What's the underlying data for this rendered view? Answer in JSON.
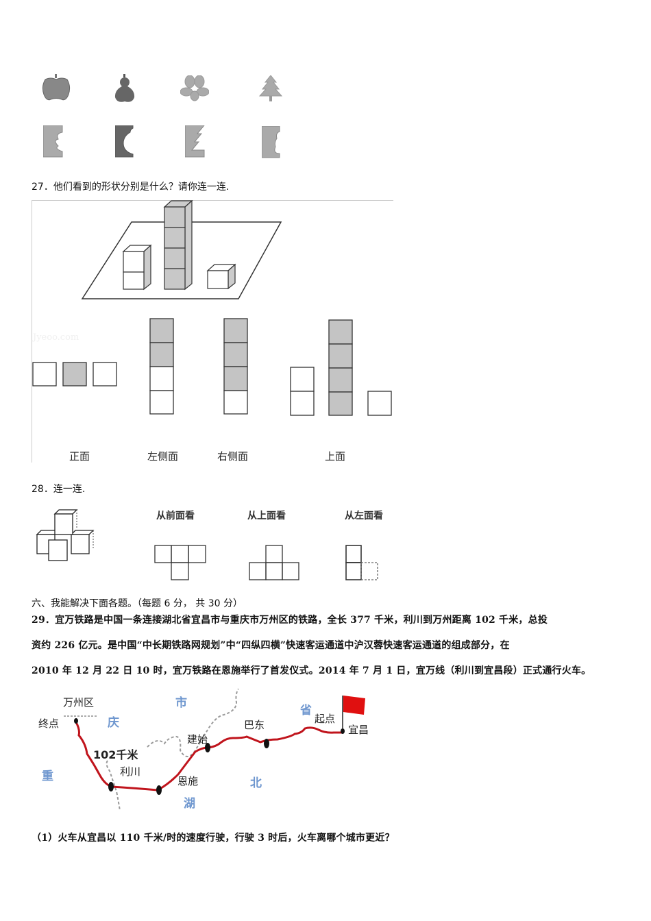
{
  "shapes": {
    "top_row": [
      {
        "icon": "apple-shape-icon"
      },
      {
        "icon": "gourd-shape-icon"
      },
      {
        "icon": "flower-shape-icon"
      },
      {
        "icon": "tree-shape-icon"
      }
    ],
    "bottom_row": [
      {
        "icon": "cutout-flower-half-icon"
      },
      {
        "icon": "cutout-gourd-half-icon"
      },
      {
        "icon": "cutout-tree-half-icon"
      },
      {
        "icon": "cutout-apple-half-icon"
      }
    ]
  },
  "q27": {
    "title": "27．他们看到的形状分别是什么？请你连一连.",
    "watermark": "Jyeoo.com",
    "view_labels": [
      "正面",
      "左侧面",
      "右侧面",
      "上面"
    ]
  },
  "q28": {
    "title": "28．连一连.",
    "view_labels": [
      "从前面看",
      "从上面看",
      "从左面看"
    ]
  },
  "section6": {
    "heading": "六、我能解决下面各题。（每题 6 分， 共 30 分）"
  },
  "q29": {
    "line1": "29．宜万铁路是中国一条连接湖北省宜昌市与重庆市万州区的铁路，全长 377 千米，利川到万州距离 102 千米，总投",
    "line2": "资约 226 亿元。是中国“中长期铁路网规划”中“四纵四横”快速客运通道中沪汉蓉快速客运通道的组成部分，在",
    "line3": "2010 年 12 月 22 日 10 时，宜万铁路在恩施举行了首发仪式。2014 年 7 月 1 日，宜万线（利川到宜昌段）正式通行火车。",
    "map": {
      "labels": {
        "wanzhou": "万州区",
        "end_point": "终点",
        "distance": "102千米",
        "lichuan": "利川",
        "jianshi": "建始",
        "enshi": "恩施",
        "badong": "巴东",
        "start_point": "起点",
        "yichang": "宜昌"
      },
      "regions": {
        "chong": "重",
        "qing": "庆",
        "shi": "市",
        "hu": "湖",
        "bei": "北",
        "sheng": "省"
      },
      "colors": {
        "rail": "#c0141c",
        "border": "#999999",
        "region_text": "#6f97cf",
        "flag": "#e01010"
      }
    },
    "sub1": "（1）火车从宜昌以 110 千米/时的速度行驶，行驶 3 时后，火车离哪个城市更近？"
  }
}
